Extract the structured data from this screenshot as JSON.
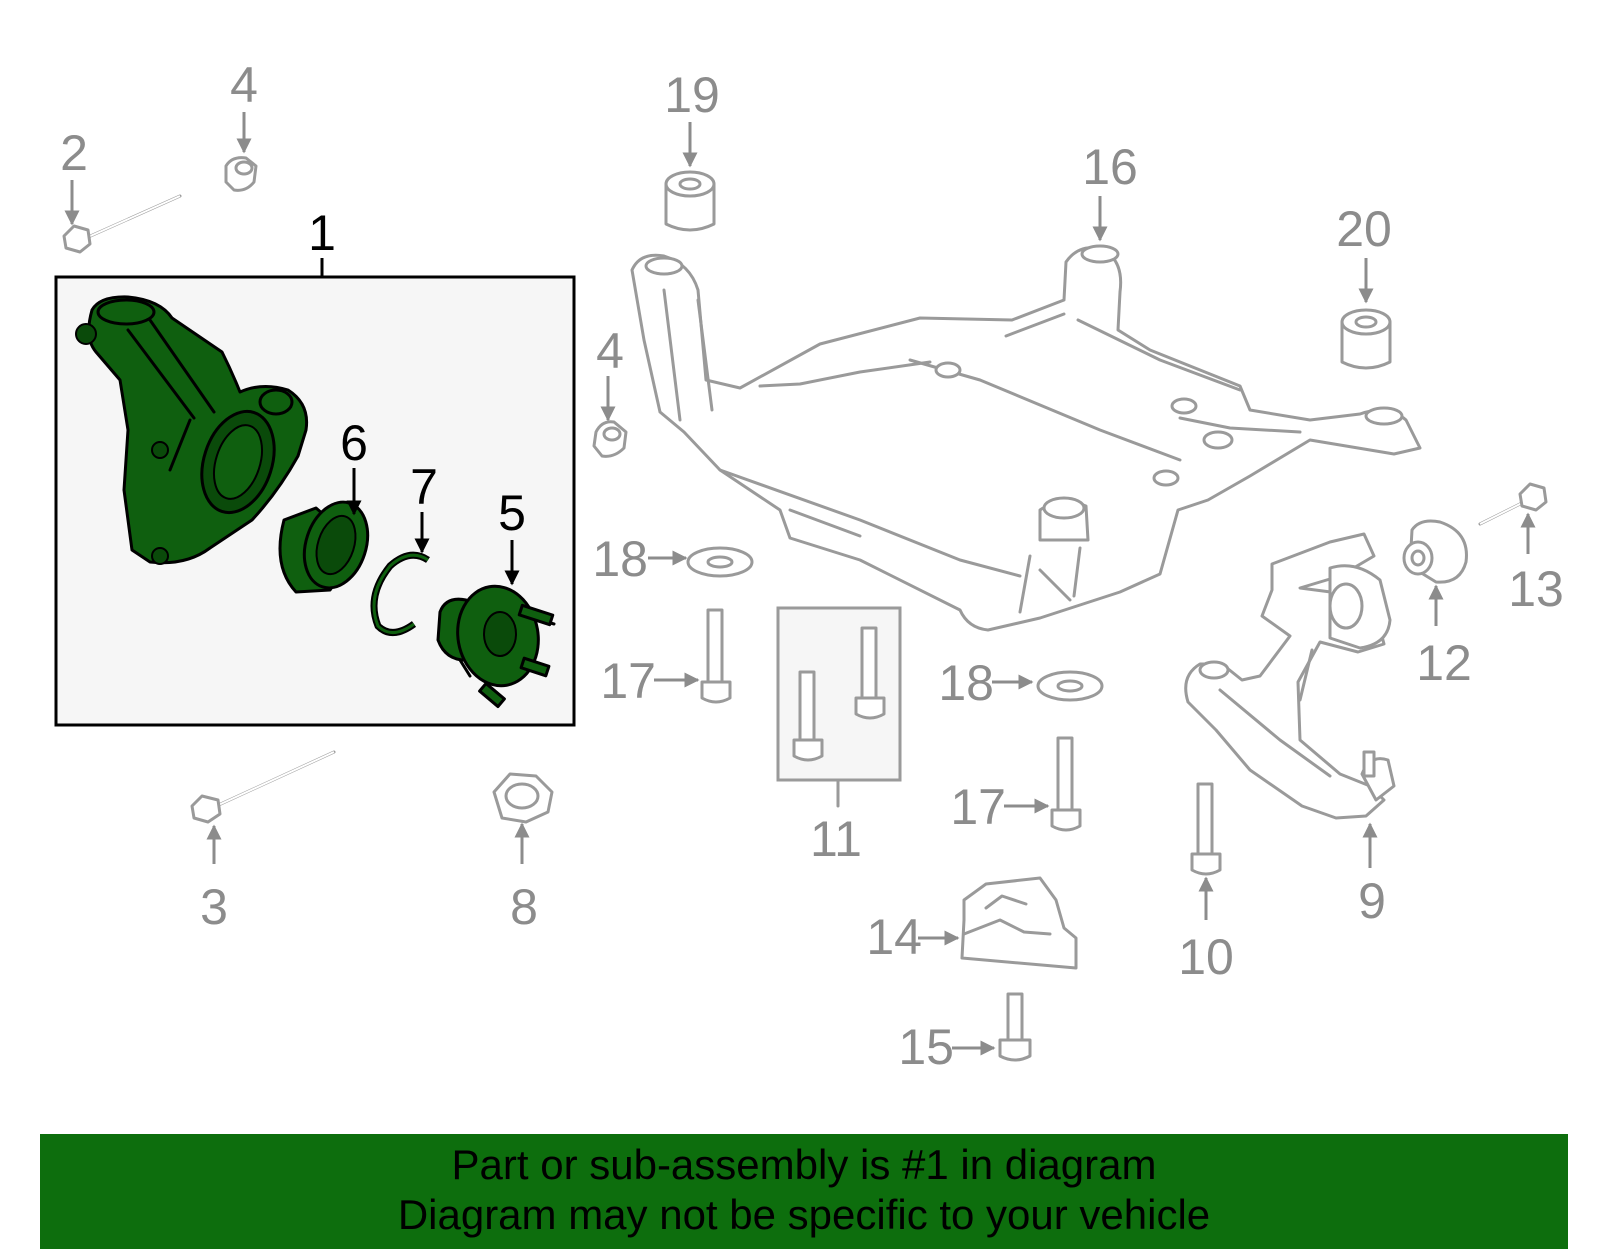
{
  "colors": {
    "highlight_part": "#0f5f0f",
    "banner_background": "#0d6e0d",
    "inactive_callout": "#8c8c8c",
    "active_callout": "#000000"
  },
  "callouts": {
    "c1": "1",
    "c2": "2",
    "c3": "3",
    "c4a": "4",
    "c4b": "4",
    "c5": "5",
    "c6": "6",
    "c7": "7",
    "c8": "8",
    "c9": "9",
    "c10": "10",
    "c11": "11",
    "c12": "12",
    "c13": "13",
    "c14": "14",
    "c15": "15",
    "c16": "16",
    "c17a": "17",
    "c17b": "17",
    "c18a": "18",
    "c18b": "18",
    "c19": "19",
    "c20": "20"
  },
  "banner": {
    "line1": "Part or sub-assembly is #1 in diagram",
    "line2": "Diagram may not be specific to your vehicle"
  }
}
